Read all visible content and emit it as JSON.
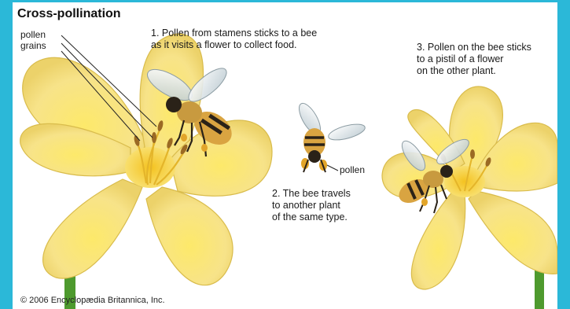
{
  "title": "Cross-pollination",
  "labels": {
    "pollen_grains": "pollen\ngrains",
    "pollen": "pollen"
  },
  "steps": [
    {
      "text": "1. Pollen from stamens sticks to a bee\nas it visits a flower to collect food."
    },
    {
      "text": "2. The bee travels\nto another plant\nof the same type."
    },
    {
      "text": "3. Pollen on the bee sticks\nto a pistil of a flower\non the other plant."
    }
  ],
  "copyright": "© 2006 Encyclopædia Britannica, Inc.",
  "colors": {
    "background": "#2bb8d8",
    "petal": "#f6e27a",
    "petal_shade": "#e8c94a",
    "stem": "#4e9a2e",
    "bee_body": "#d9a441",
    "bee_stripe": "#2a2218",
    "wing": "#e6eef2"
  }
}
